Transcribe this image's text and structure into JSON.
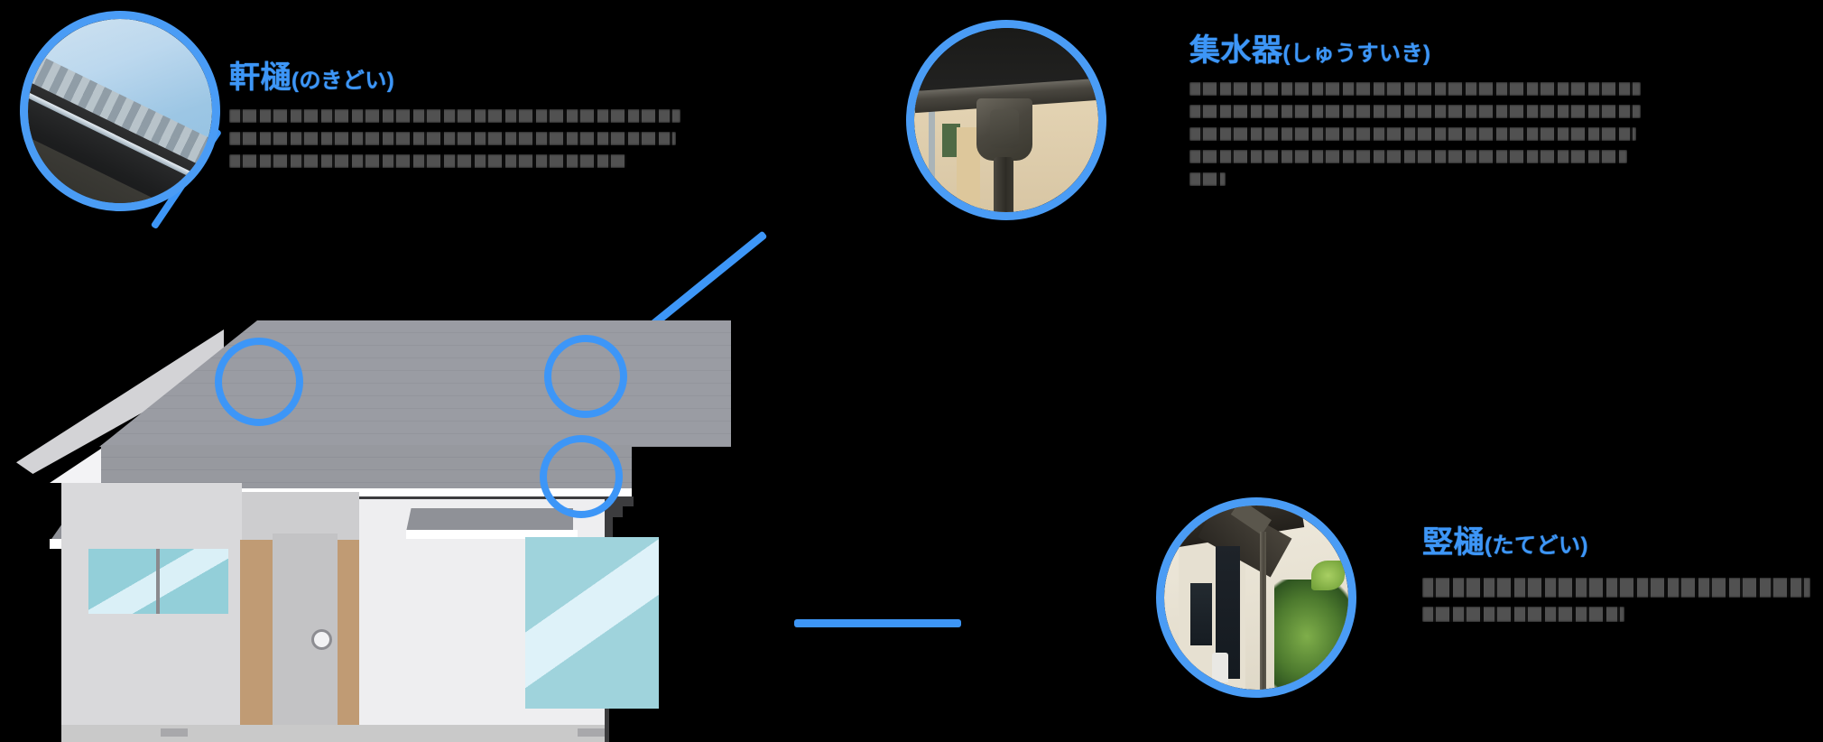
{
  "page": {
    "background_color": "#000000",
    "accent_color": "#3d96f7",
    "photo_ring_color": "#4a9cf5",
    "title_color": "#3d96f7",
    "body_text_color": "#585858",
    "body_text_state": "redacted"
  },
  "callouts": [
    {
      "id": "noki-doi",
      "kanji": "軒樋",
      "kana": "(のきどい)",
      "title_full": "軒樋(のきどい)",
      "photo_name": "gutter-photo",
      "photo_alt": "屋根の軒先に取り付けられた黒い軒樋の写真",
      "body_lines": 3,
      "body_line_widths": [
        "100%",
        "99%",
        "88%"
      ]
    },
    {
      "id": "shusuiki",
      "kanji": "集水器",
      "kana": "(しゅうすいき)",
      "title_full": "集水器(しゅうすいき)",
      "photo_name": "collector-box-photo",
      "photo_alt": "軒樋と竪樋をつなぐ集水器の写真",
      "body_lines": 5,
      "body_line_widths": [
        "100%",
        "100%",
        "99%",
        "97%",
        "8%"
      ]
    },
    {
      "id": "tate-doi",
      "kanji": "竪樋",
      "kana": "(たてどい)",
      "title_full": "竪樋(たてどい)",
      "photo_name": "downspout-photo",
      "photo_alt": "外壁に沿って設置された竪樋の写真",
      "body_lines": 2,
      "body_line_widths": [
        "100%",
        "52%"
      ]
    }
  ],
  "house_illustration": {
    "name": "house-diagram",
    "parts": [
      {
        "name": "roof-main",
        "color": "#9a9ca3"
      },
      {
        "name": "roof-gable",
        "color": "#e8e8ea"
      },
      {
        "name": "wall-front",
        "color": "#d9d9db"
      },
      {
        "name": "wall-side",
        "color": "#eeeef0"
      },
      {
        "name": "gutter-horizontal",
        "color": "#3c3c3e"
      },
      {
        "name": "collector-box",
        "color": "#3c3c3e"
      },
      {
        "name": "downspout-vertical",
        "color": "#3c3c3e"
      },
      {
        "name": "window-left",
        "color": "#9fd3dc"
      },
      {
        "name": "window-right",
        "color": "#9fd3dc"
      },
      {
        "name": "door",
        "color": "#c09b74"
      },
      {
        "name": "foundation",
        "color": "#c9c9c9"
      }
    ]
  },
  "markers": [
    {
      "name": "marker-gutter",
      "target": "軒樋"
    },
    {
      "name": "marker-collector",
      "target": "集水器"
    },
    {
      "name": "marker-downspout",
      "target": "竪樋"
    }
  ]
}
